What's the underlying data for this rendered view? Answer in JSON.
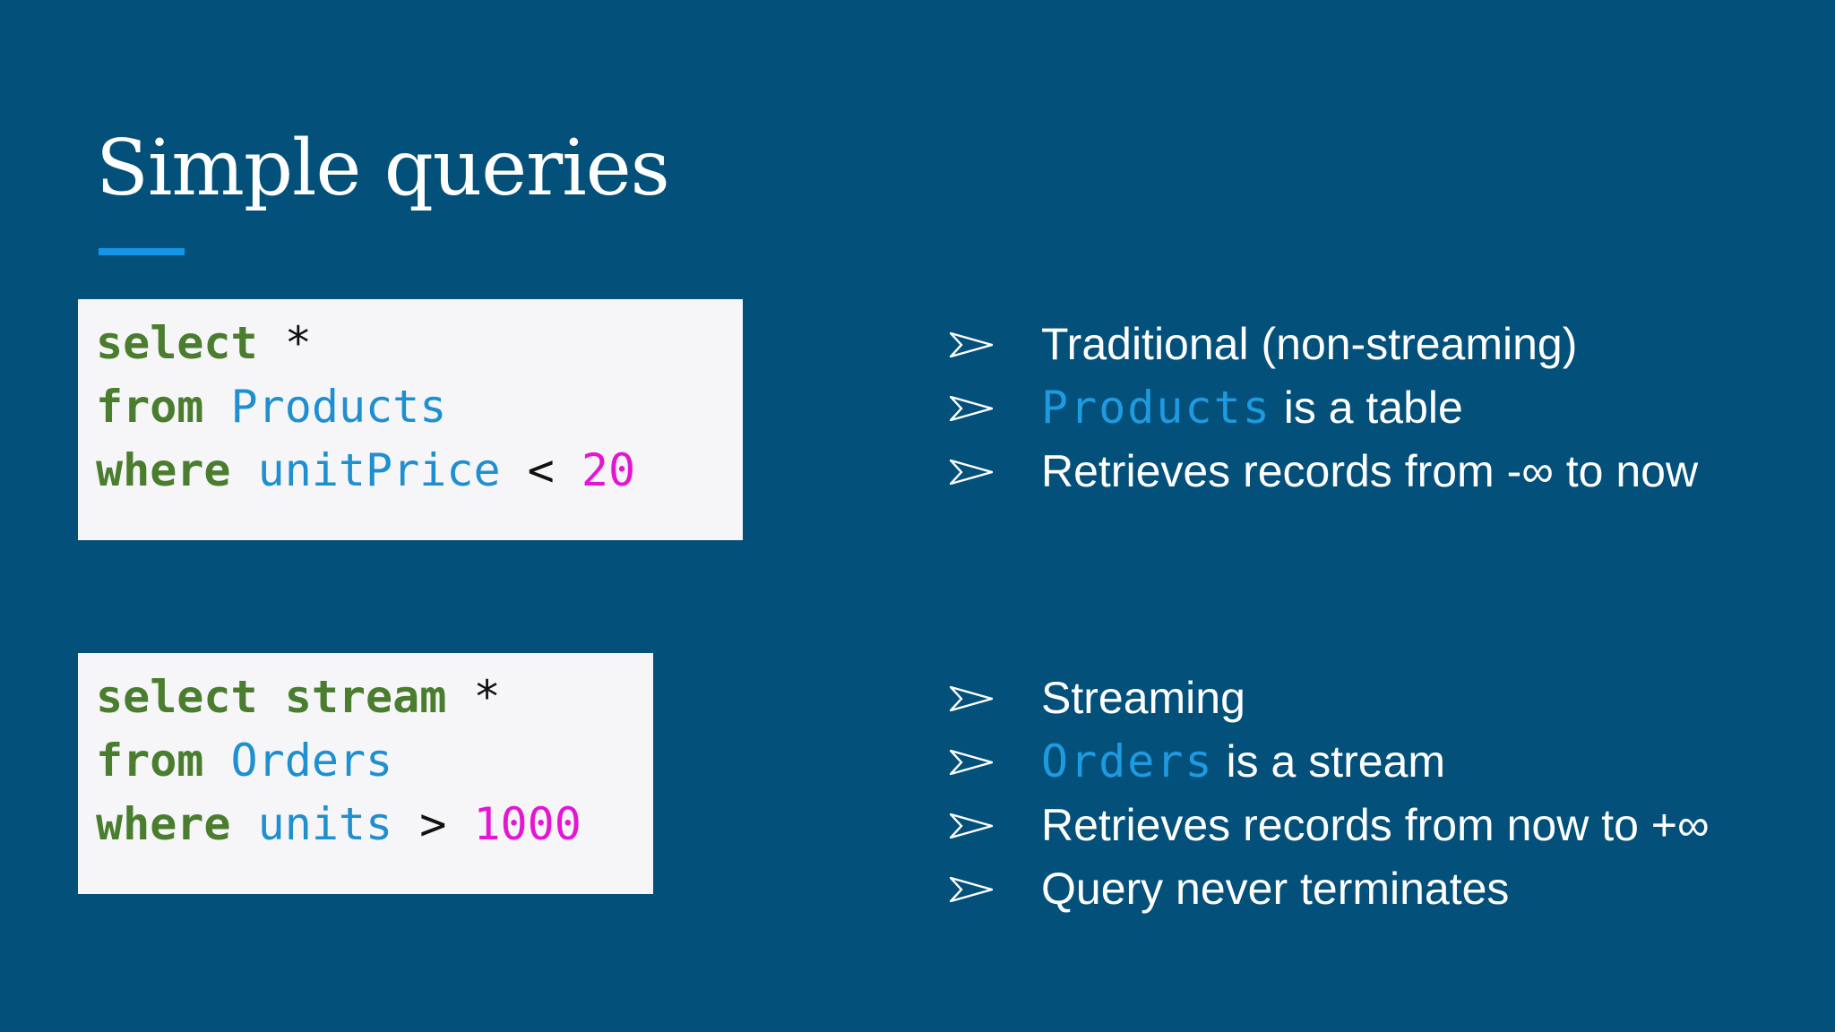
{
  "slide": {
    "title": "Simple queries",
    "colors": {
      "background": "#03507a",
      "accent": "#1794e3",
      "keyword": "#4a7d2e",
      "identifier": "#1f8fd0",
      "number": "#e515d5"
    },
    "queries": [
      {
        "lines": [
          {
            "kw": "select",
            "rest_op": " *"
          },
          {
            "kw": "from",
            "ident": "Products"
          },
          {
            "kw": "where",
            "ident": "unitPrice",
            "op": " < ",
            "num": "20"
          }
        ],
        "bullets": [
          {
            "text": "Traditional (non-streaming)"
          },
          {
            "highlight": "Products",
            "text": " is a table"
          },
          {
            "text": "Retrieves records from -∞ to now"
          }
        ]
      },
      {
        "lines": [
          {
            "kw": "select stream",
            "rest_op": " *"
          },
          {
            "kw": "from",
            "ident": "Orders"
          },
          {
            "kw": "where",
            "ident": "units",
            "op": " > ",
            "num": "1000"
          }
        ],
        "bullets": [
          {
            "text": "Streaming"
          },
          {
            "highlight": "Orders",
            "text": " is a stream"
          },
          {
            "text": "Retrieves records from now to +∞"
          },
          {
            "text": "Query never terminates"
          }
        ]
      }
    ],
    "bullet_icon": "arrowhead-icon"
  }
}
